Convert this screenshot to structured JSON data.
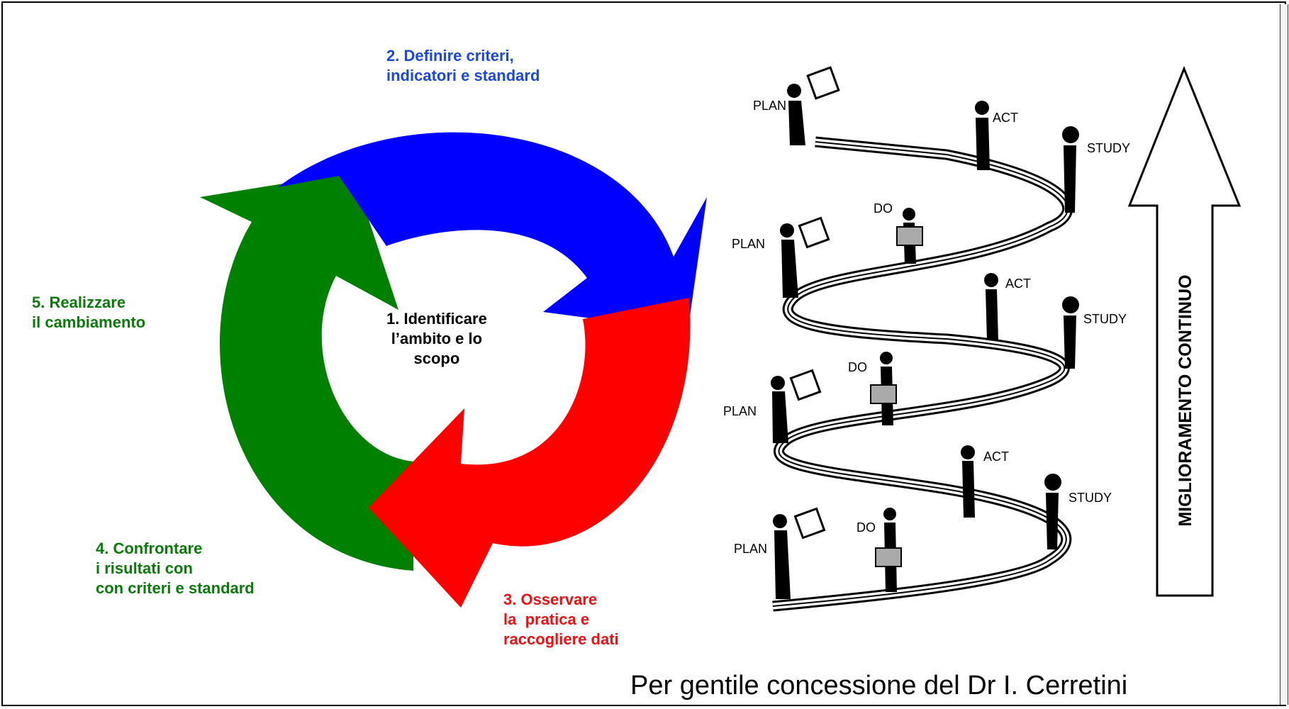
{
  "cycle": {
    "center_label": "1. Identificare\nl’ambito e lo\nscopo",
    "step2_label": "2. Definire criteri,\nindicatori e standard",
    "step3_label": "3. Osservare\nla  pratica e\nraccogliere dati",
    "step4_label": "4. Confrontare\ni risultati con\ncon criteri e standard",
    "step5_label": "5. Realizzare\nil cambiamento",
    "colors": {
      "blue": "#0000ff",
      "red": "#ff0000",
      "green": "#008000"
    }
  },
  "spiral": {
    "word_plan": "PLAN",
    "word_act": "ACT",
    "word_study": "STUDY",
    "word_do": "DO",
    "arrow_label": "MIGLIORAMENTO CONTINUO"
  },
  "footer": {
    "credit": "Per gentile concessione del Dr I. Cerretini"
  }
}
